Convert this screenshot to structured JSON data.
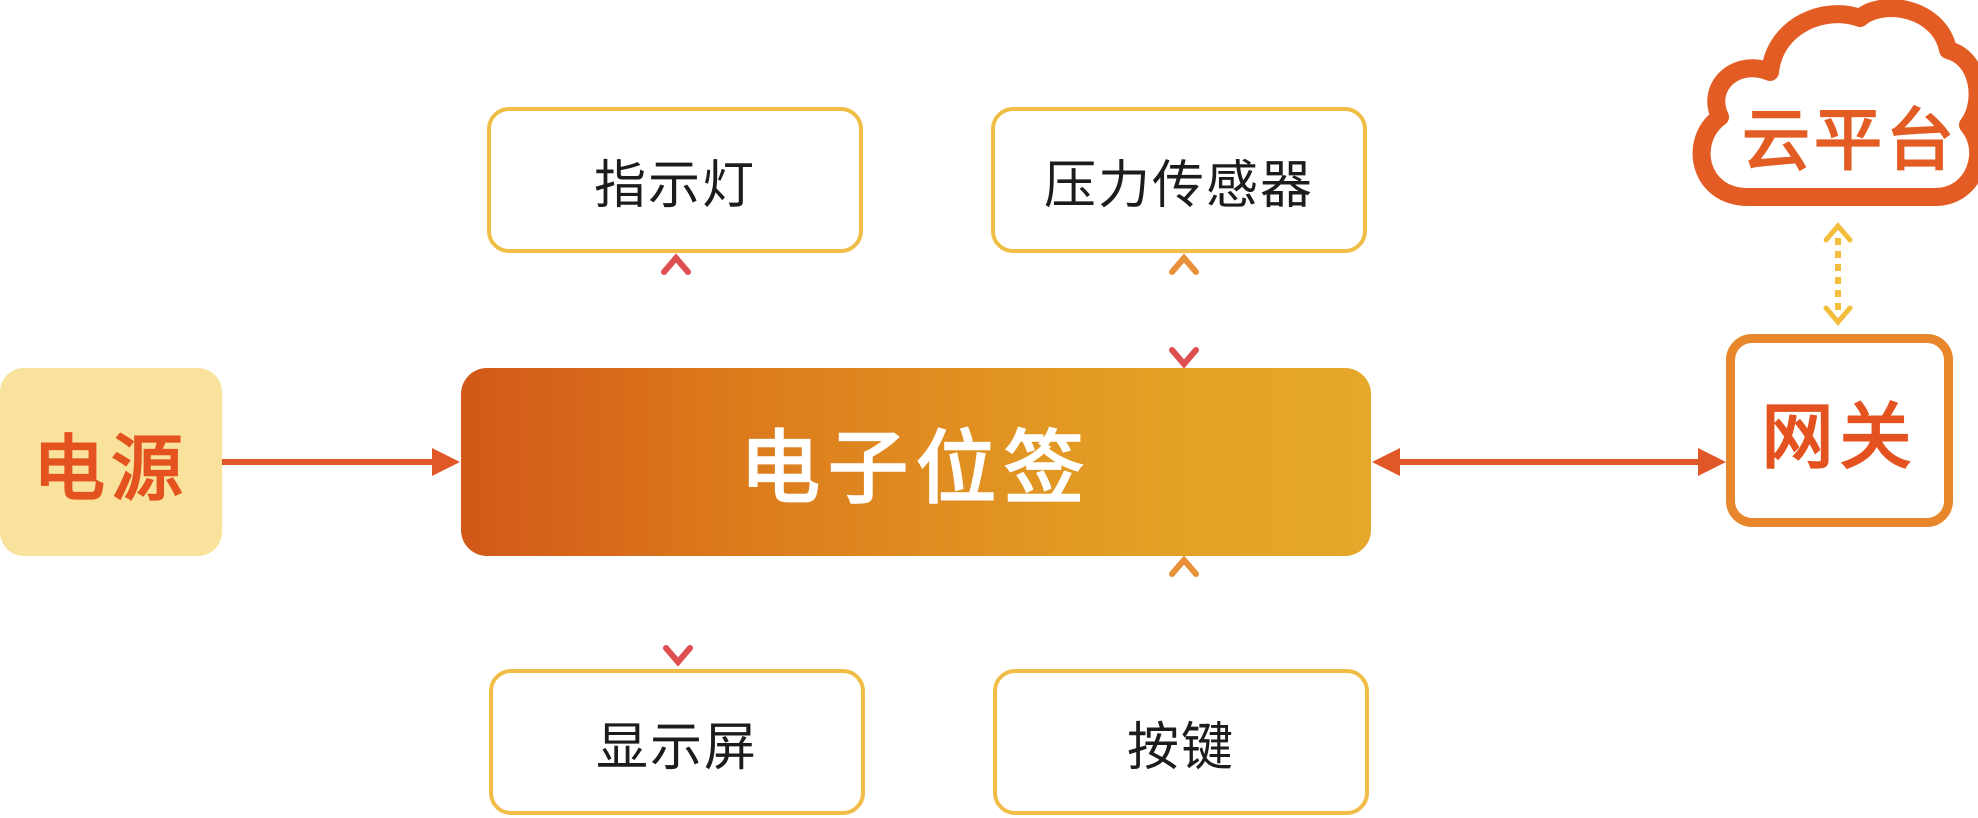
{
  "diagram": {
    "center": {
      "label": "电子位签"
    },
    "power": {
      "label": "电源"
    },
    "gateway": {
      "label": "网关"
    },
    "cloud": {
      "label": "云平台"
    },
    "peripherals": {
      "indicator": "指示灯",
      "pressure_sensor": "压力传感器",
      "display": "显示屏",
      "button": "按键"
    },
    "colors": {
      "accent_orange": "#e4521f",
      "accent_yellow": "#f0bd46",
      "gateway_border": "#e7862a",
      "arrow_red": "#df4f4f",
      "arrow_orange": "#e8913a",
      "dashed_arrow": "#f5bd3c"
    },
    "connections": [
      {
        "from": "电源",
        "to": "电子位签",
        "direction": "one-way"
      },
      {
        "from": "电子位签",
        "to": "指示灯",
        "direction": "one-way"
      },
      {
        "from": "电子位签",
        "to": "压力传感器",
        "direction": "two-way"
      },
      {
        "from": "电子位签",
        "to": "显示屏",
        "direction": "one-way"
      },
      {
        "from": "按键",
        "to": "电子位签",
        "direction": "one-way"
      },
      {
        "from": "电子位签",
        "to": "网关",
        "direction": "two-way"
      },
      {
        "from": "网关",
        "to": "云平台",
        "direction": "two-way",
        "style": "dashed"
      }
    ]
  }
}
